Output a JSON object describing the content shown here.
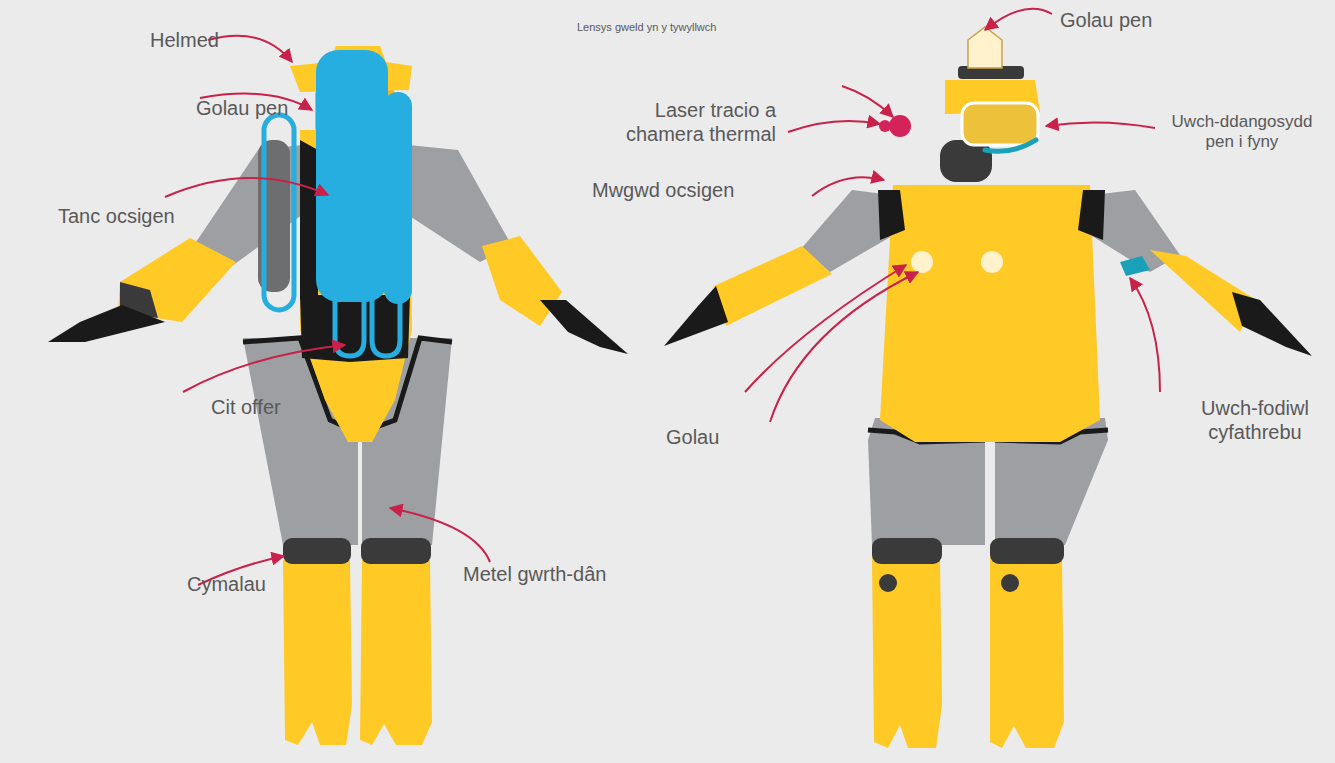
{
  "diagram": {
    "labels": [
      "Helmed",
      "Golau pen",
      "Tanc ocsigen",
      "Cit offer",
      "Cymalau",
      "Metel gwrth-dân",
      "Lensys gweld yn y tywyllwch",
      "Golau pen",
      "Laser tracio a chamera thermal",
      "Uwch-ddangosydd pen i fyny",
      "Mwgwd ocsigen",
      "Golau",
      "Uwch-fodiwl cyfathrebu"
    ]
  }
}
